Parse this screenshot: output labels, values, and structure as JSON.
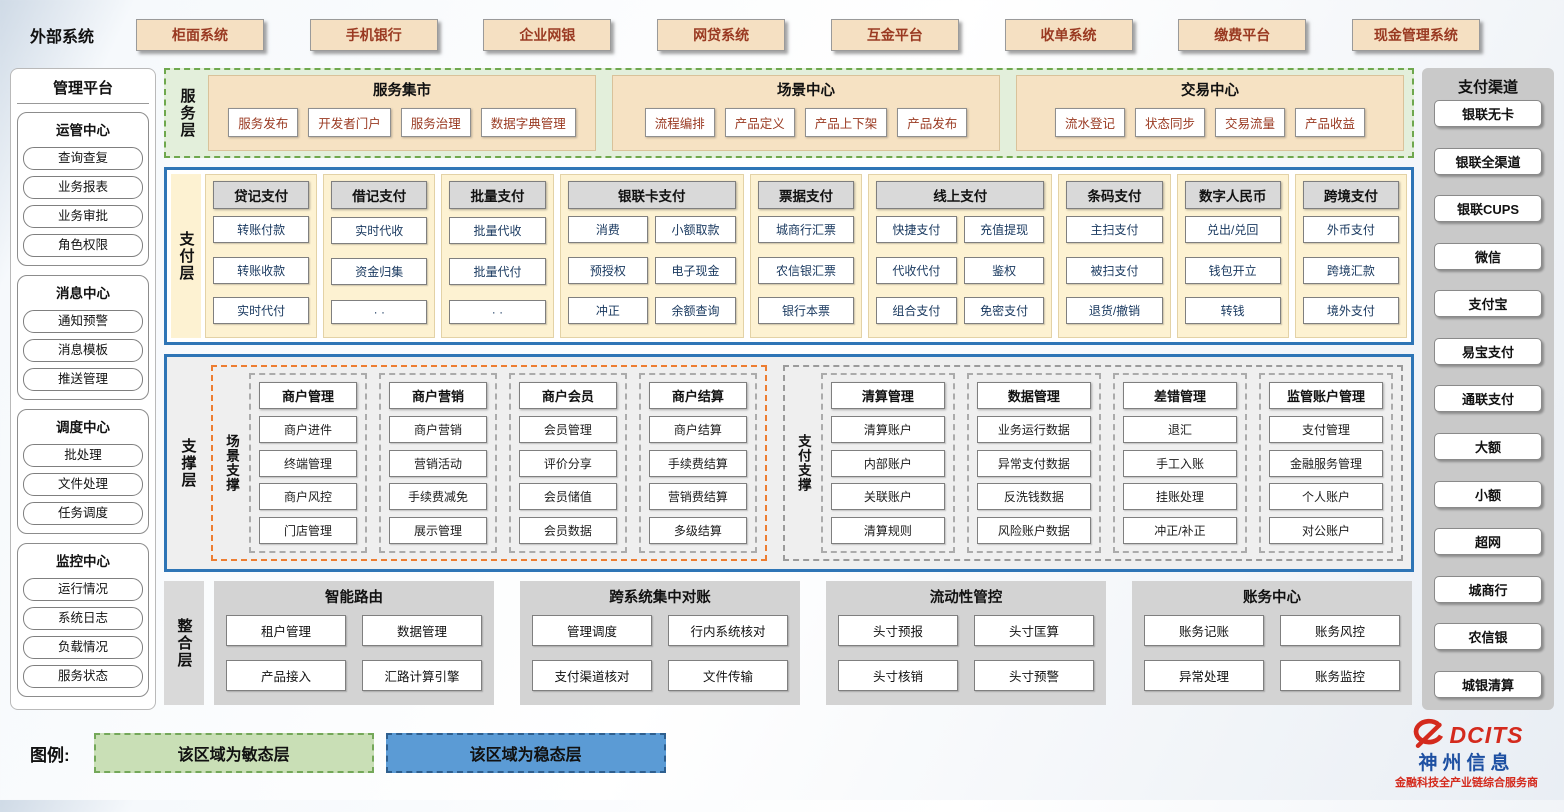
{
  "colors": {
    "agile_layer_green": "#e3efdb",
    "stable_layer_blue": "#2e75b6",
    "payment_cream": "#fdf2d2",
    "external_tan": "#f5e0c2",
    "scenario_orange": "#ed7d31",
    "brand_red": "#d42a1d",
    "brand_blue": "#1e50a2"
  },
  "external": {
    "label": "外部系统",
    "systems": [
      "柜面系统",
      "手机银行",
      "企业网银",
      "网贷系统",
      "互金平台",
      "收单系统",
      "缴费平台",
      "现金管理系统"
    ]
  },
  "management": {
    "title": "管理平台",
    "groups": [
      {
        "title": "运管中心",
        "items": [
          "查询查复",
          "业务报表",
          "业务审批",
          "角色权限"
        ]
      },
      {
        "title": "消息中心",
        "items": [
          "通知预警",
          "消息模板",
          "推送管理"
        ]
      },
      {
        "title": "调度中心",
        "items": [
          "批处理",
          "文件处理",
          "任务调度"
        ]
      },
      {
        "title": "监控中心",
        "items": [
          "运行情况",
          "系统日志",
          "负载情况",
          "服务状态"
        ]
      }
    ]
  },
  "service_layer": {
    "label": "服务层",
    "groups": [
      {
        "title": "服务集市",
        "items": [
          "服务发布",
          "开发者门户",
          "服务治理",
          "数据字典管理"
        ]
      },
      {
        "title": "场景中心",
        "items": [
          "流程编排",
          "产品定义",
          "产品上下架",
          "产品发布"
        ]
      },
      {
        "title": "交易中心",
        "items": [
          "流水登记",
          "状态同步",
          "交易流量",
          "产品收益"
        ]
      }
    ]
  },
  "payment_layer": {
    "label": "支付层",
    "columns": [
      {
        "title": "贷记支付",
        "items": [
          "转账付款",
          "转账收款",
          "实时代付"
        ]
      },
      {
        "title": "借记支付",
        "items": [
          "实时代收",
          "资金归集",
          "· ·"
        ]
      },
      {
        "title": "批量支付",
        "items": [
          "批量代收",
          "批量代付",
          "· ·"
        ]
      },
      {
        "title": "银联卡支付",
        "items": [
          "消费",
          "小额取款",
          "预授权",
          "电子现金",
          "冲正",
          "余额查询"
        ]
      },
      {
        "title": "票据支付",
        "items": [
          "城商行汇票",
          "农信银汇票",
          "银行本票"
        ]
      },
      {
        "title": "线上支付",
        "items": [
          "快捷支付",
          "充值提现",
          "代收代付",
          "鉴权",
          "组合支付",
          "免密支付"
        ]
      },
      {
        "title": "条码支付",
        "items": [
          "主扫支付",
          "被扫支付",
          "退货/撤销"
        ]
      },
      {
        "title": "数字人民币",
        "items": [
          "兑出/兑回",
          "钱包开立",
          "转钱"
        ]
      },
      {
        "title": "跨境支付",
        "items": [
          "外币支付",
          "跨境汇款",
          "境外支付"
        ]
      }
    ]
  },
  "support_layer": {
    "label": "支撑层",
    "sections": [
      {
        "label": "场景支撑",
        "columns": [
          {
            "title": "商户管理",
            "items": [
              "商户进件",
              "终端管理",
              "商户风控",
              "门店管理"
            ]
          },
          {
            "title": "商户营销",
            "items": [
              "商户营销",
              "营销活动",
              "手续费减免",
              "展示管理"
            ]
          },
          {
            "title": "商户会员",
            "items": [
              "会员管理",
              "评价分享",
              "会员储值",
              "会员数据"
            ]
          },
          {
            "title": "商户结算",
            "items": [
              "商户结算",
              "手续费结算",
              "营销费结算",
              "多级结算"
            ]
          }
        ]
      },
      {
        "label": "支付支撑",
        "columns": [
          {
            "title": "清算管理",
            "items": [
              "清算账户",
              "内部账户",
              "关联账户",
              "清算规则"
            ]
          },
          {
            "title": "数据管理",
            "items": [
              "业务运行数据",
              "异常支付数据",
              "反洗钱数据",
              "风险账户数据"
            ]
          },
          {
            "title": "差错管理",
            "items": [
              "退汇",
              "手工入账",
              "挂账处理",
              "冲正/补正"
            ]
          },
          {
            "title": "监管账户管理",
            "items": [
              "支付管理",
              "金融服务管理",
              "个人账户",
              "对公账户"
            ]
          }
        ]
      }
    ]
  },
  "integration_layer": {
    "label": "整合层",
    "groups": [
      {
        "title": "智能路由",
        "items": [
          "租户管理",
          "数据管理",
          "产品接入",
          "汇路计算引擎"
        ]
      },
      {
        "title": "跨系统集中对账",
        "items": [
          "管理调度",
          "行内系统核对",
          "支付渠道核对",
          "文件传输"
        ]
      },
      {
        "title": "流动性管控",
        "items": [
          "头寸预报",
          "头寸匡算",
          "头寸核销",
          "头寸预警"
        ]
      },
      {
        "title": "账务中心",
        "items": [
          "账务记账",
          "账务风控",
          "异常处理",
          "账务监控"
        ]
      }
    ]
  },
  "channels": {
    "title": "支付渠道",
    "items": [
      "银联无卡",
      "银联全渠道",
      "银联CUPS",
      "微信",
      "支付宝",
      "易宝支付",
      "通联支付",
      "大额",
      "小额",
      "超网",
      "城商行",
      "农信银",
      "城银清算"
    ]
  },
  "legend": {
    "label": "图例:",
    "agile": "该区域为敏态层",
    "stable": "该区域为稳态层"
  },
  "logo": {
    "brand": "DCITS",
    "name": "神州信息",
    "slogan": "金融科技全产业链综合服务商"
  }
}
